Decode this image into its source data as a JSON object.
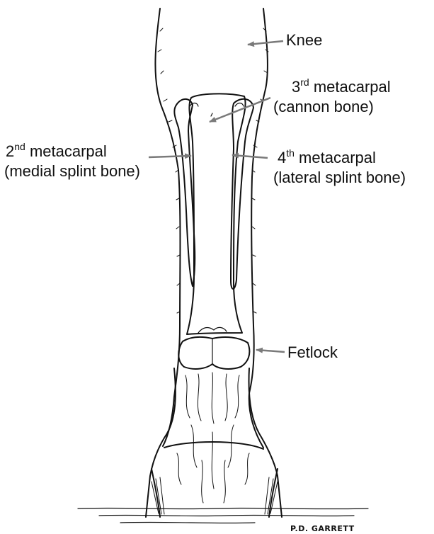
{
  "labels": {
    "knee": "Knee",
    "third_meta": {
      "num": "3",
      "sup": "rd",
      "word": " metacarpal",
      "sub": "(cannon bone)"
    },
    "second_meta": {
      "num": "2",
      "sup": "nd",
      "word": " metacarpal",
      "sub": "(medial splint bone)"
    },
    "fourth_meta": {
      "num": "4",
      "sup": "th",
      "word": " metacarpal",
      "sub": "(lateral splint bone)"
    },
    "fetlock": "Fetlock"
  },
  "signature": "P.D. GARRETT",
  "colors": {
    "ink": "#111111",
    "arrow": "#7a7a7a",
    "background": "#ffffff"
  }
}
